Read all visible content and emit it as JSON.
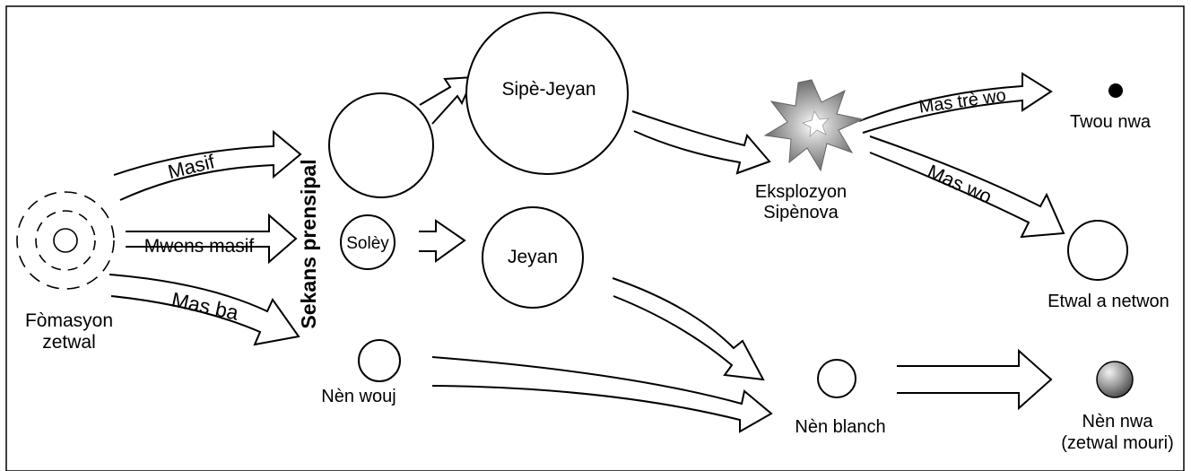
{
  "labels": {
    "formation_line1": "Fòmasyon",
    "formation_line2": "zetwal",
    "massive": "Masif",
    "less_massive": "Mwens masif",
    "low_mass": "Mas ba",
    "main_sequence": "Sekans prensipal",
    "sun": "Solèy",
    "supergiant": "Sipè-Jeyan",
    "giant": "Jeyan",
    "red_dwarf": "Nèn wouj",
    "supernova_line1": "Eksplozyon",
    "supernova_line2": "Sipènova",
    "very_high_mass": "Mas trè wo",
    "high_mass": "Mas wo",
    "black_hole": "Twou nwa",
    "neutron_star": "Etwal a netwon",
    "white_dwarf": "Nèn blanch",
    "black_dwarf_line1": "Nèn nwa",
    "black_dwarf_line2": "(zetwal mouri)"
  },
  "colors": {
    "line": "#000000",
    "background": "#ffffff",
    "supernova_burst": "#8a8a8a",
    "black_dwarf": "#7a7a7a",
    "black_hole": "#000000"
  },
  "icons": {
    "formation": "nebula-rings-icon",
    "supernova": "starburst-icon",
    "black_hole": "filled-dot-icon",
    "black_dwarf": "shaded-sphere-icon"
  }
}
